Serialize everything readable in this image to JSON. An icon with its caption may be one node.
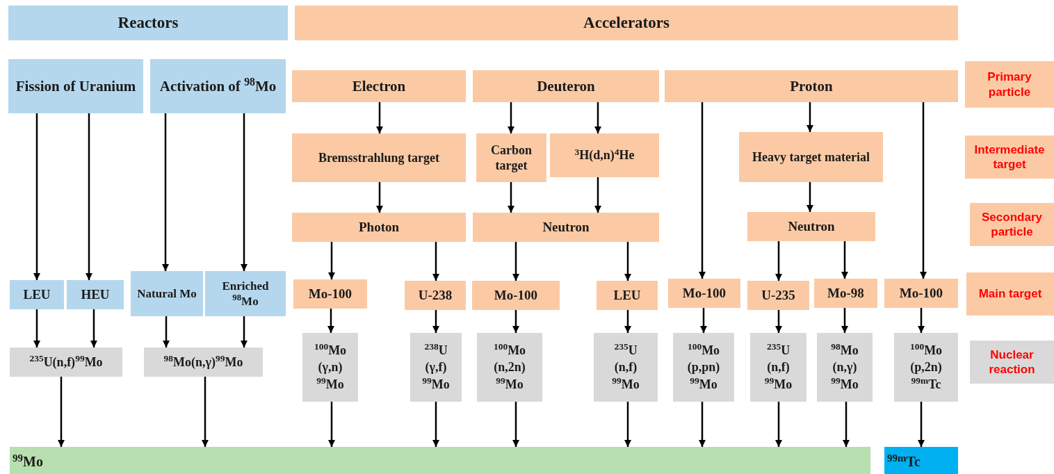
{
  "diagram": {
    "nodes": [
      {
        "text": [
          "Reactors"
        ]
      },
      {
        "text": [
          "Accelerators"
        ]
      },
      {
        "text": [
          "Fission of Uranium"
        ]
      },
      {
        "text": [
          "Activation of $^{98}$Mo"
        ]
      },
      {
        "text": [
          "Electron"
        ]
      },
      {
        "text": [
          "Deuteron"
        ]
      },
      {
        "text": [
          "Proton"
        ]
      },
      {
        "text": [
          "Primary particle"
        ]
      },
      {
        "text": [
          "Bremsstrahlung target"
        ]
      },
      {
        "text": [
          "Carbon target"
        ]
      },
      {
        "text": [
          "$^{3}$H(d,n)$^{4}$He"
        ]
      },
      {
        "text": [
          "Heavy target material"
        ]
      },
      {
        "text": [
          "Intermediate target"
        ]
      },
      {
        "text": [
          "Secondary particle"
        ]
      },
      {
        "text": [
          "Photon"
        ]
      },
      {
        "text": [
          "Neutron"
        ]
      },
      {
        "text": [
          "Neutron"
        ]
      },
      {
        "text": [
          "LEU"
        ]
      },
      {
        "text": [
          "HEU"
        ]
      },
      {
        "text": [
          "Natural Mo"
        ]
      },
      {
        "text": [
          "Enriched $^{98}$Mo"
        ]
      },
      {
        "text": [
          "Mo-100"
        ]
      },
      {
        "text": [
          "U-238"
        ]
      },
      {
        "text": [
          "Mo-100"
        ]
      },
      {
        "text": [
          "LEU"
        ]
      },
      {
        "text": [
          "Mo-100"
        ]
      },
      {
        "text": [
          "U-235"
        ]
      },
      {
        "text": [
          "Mo-98"
        ]
      },
      {
        "text": [
          "Mo-100"
        ]
      },
      {
        "text": [
          "Main target"
        ]
      },
      {
        "text": [
          "$^{235}$U(n,f)$^{99}$Mo"
        ]
      },
      {
        "text": [
          "$^{98}$Mo(n,γ)$^{99}$Mo"
        ]
      },
      {
        "text": [
          "$^{100}$Mo (γ,n) $^{99}$Mo"
        ]
      },
      {
        "text": [
          "$^{238}$U (γ,f) $^{99}$Mo"
        ]
      },
      {
        "text": [
          "$^{100}$Mo (n,2n) $^{99}$Mo"
        ]
      },
      {
        "text": [
          "$^{235}$U (n,f) $^{99}$Mo"
        ]
      },
      {
        "text": [
          "$^{100}$Mo (p,pn) $^{99}$Mo"
        ]
      },
      {
        "text": [
          "$^{235}$U (n,f) $^{99}$Mo"
        ]
      },
      {
        "text": [
          "$^{98}$Mo (n,γ) $^{99}$Mo"
        ]
      },
      {
        "text": [
          "$^{100}$Mo (p,2n) $^{99m}$Tc"
        ]
      },
      {
        "text": [
          "Nuclear reaction"
        ]
      },
      {
        "text": [
          "$^{99}$Mo"
        ]
      },
      {
        "text": [
          "$^{99m}$Tc"
        ]
      }
    ],
    "edges": [
      {
        "from": 2,
        "to": 17,
        "arrow": "to"
      },
      {
        "from": 2,
        "to": 18,
        "arrow": "to"
      },
      {
        "from": 3,
        "to": 19,
        "arrow": "to"
      },
      {
        "from": 3,
        "to": 20,
        "arrow": "to"
      },
      {
        "from": 17,
        "to": 30,
        "arrow": "to"
      },
      {
        "from": 18,
        "to": 30,
        "arrow": "to"
      },
      {
        "from": 19,
        "to": 31,
        "arrow": "to"
      },
      {
        "from": 20,
        "to": 31,
        "arrow": "to"
      },
      {
        "from": 30,
        "to": 41,
        "arrow": "to"
      },
      {
        "from": 31,
        "to": 41,
        "arrow": "to"
      },
      {
        "from": 4,
        "to": 8,
        "arrow": "to"
      },
      {
        "from": 8,
        "to": 14,
        "arrow": "to"
      },
      {
        "from": 14,
        "to": 21,
        "arrow": "to"
      },
      {
        "from": 14,
        "to": 22,
        "arrow": "to"
      },
      {
        "from": 21,
        "to": 32,
        "arrow": "to"
      },
      {
        "from": 22,
        "to": 33,
        "arrow": "to"
      },
      {
        "from": 32,
        "to": 41,
        "arrow": "to"
      },
      {
        "from": 33,
        "to": 41,
        "arrow": "to"
      },
      {
        "from": 5,
        "to": 9,
        "arrow": "to"
      },
      {
        "from": 5,
        "to": 10,
        "arrow": "to"
      },
      {
        "from": 9,
        "to": 15,
        "arrow": "to"
      },
      {
        "from": 10,
        "to": 15,
        "arrow": "to"
      },
      {
        "from": 15,
        "to": 23,
        "arrow": "to"
      },
      {
        "from": 15,
        "to": 24,
        "arrow": "to"
      },
      {
        "from": 23,
        "to": 34,
        "arrow": "to"
      },
      {
        "from": 24,
        "to": 35,
        "arrow": "to"
      },
      {
        "from": 34,
        "to": 41,
        "arrow": "to"
      },
      {
        "from": 35,
        "to": 41,
        "arrow": "to"
      },
      {
        "from": 6,
        "to": 25,
        "arrow": "to"
      },
      {
        "from": 6,
        "to": 11,
        "arrow": "to"
      },
      {
        "from": 11,
        "to": 16,
        "arrow": "to"
      },
      {
        "from": 16,
        "to": 26,
        "arrow": "to"
      },
      {
        "from": 16,
        "to": 27,
        "arrow": "to"
      },
      {
        "from": 6,
        "to": 28,
        "arrow": "to"
      },
      {
        "from": 25,
        "to": 36,
        "arrow": "to"
      },
      {
        "from": 26,
        "to": 37,
        "arrow": "to"
      },
      {
        "from": 27,
        "to": 38,
        "arrow": "to"
      },
      {
        "from": 28,
        "to": 39,
        "arrow": "to"
      },
      {
        "from": 36,
        "to": 41,
        "arrow": "to"
      },
      {
        "from": 37,
        "to": 41,
        "arrow": "to"
      },
      {
        "from": 38,
        "to": 41,
        "arrow": "to"
      },
      {
        "from": 39,
        "to": 42,
        "arrow": "to"
      }
    ]
  }
}
